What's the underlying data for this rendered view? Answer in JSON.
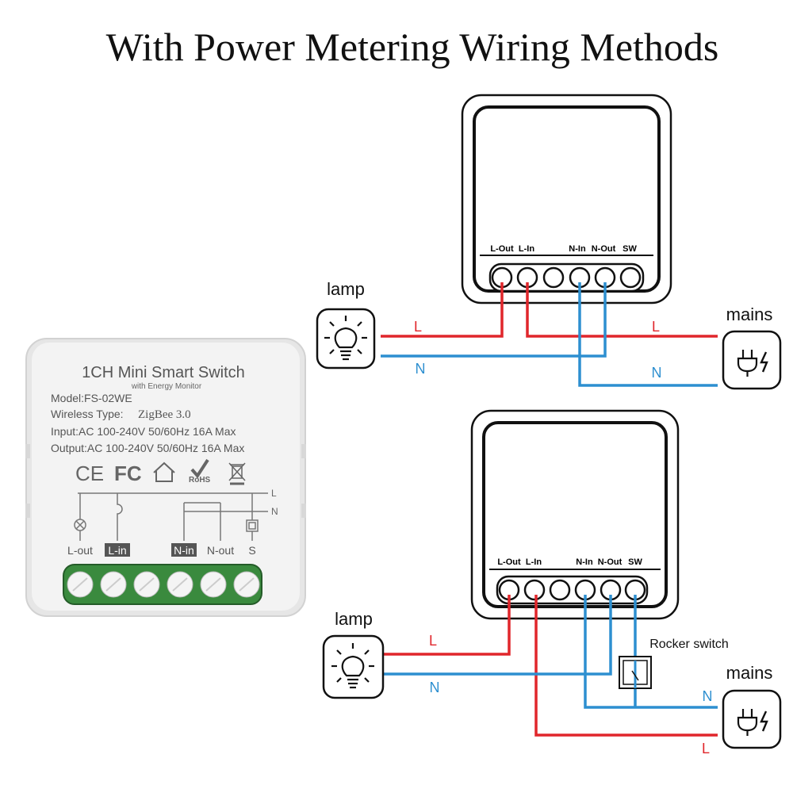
{
  "title": "With Power Metering Wiring Methods",
  "colors": {
    "live_wire": "#e0262b",
    "neutral_wire": "#2d8fd0",
    "outline": "#111111",
    "terminal_green": "#2f7a36",
    "device_body": "#f0f0f0"
  },
  "device": {
    "name": "1CH Mini Smart Switch",
    "subtitle": "with Energy Monitor",
    "model": "Model:FS-02WE",
    "wireless_prefix": "Wireless Type:",
    "wireless_value": "ZigBee 3.0",
    "input": "Input:AC 100-240V 50/60Hz 16A Max",
    "output": "Output:AC 100-240V 50/60Hz 16A Max",
    "cert_ce": "CE",
    "cert_fc": "FC",
    "cert_rohs": "RoHS",
    "schematic_line_l": "L",
    "schematic_line_n": "N",
    "terminals": [
      "L-out",
      "L-in",
      "N-in",
      "N-out",
      "S"
    ]
  },
  "module_terminal_labels": [
    "L-Out",
    "L-In",
    "N-In",
    "N-Out",
    "SW"
  ],
  "top_diagram": {
    "lamp_label": "lamp",
    "mains_label": "mains",
    "wire_left_l": "L",
    "wire_left_n": "N",
    "wire_right_l": "L",
    "wire_right_n": "N"
  },
  "bottom_diagram": {
    "lamp_label": "lamp",
    "mains_label": "mains",
    "rocker_label": "Rocker switch",
    "wire_left_l": "L",
    "wire_left_n": "N",
    "wire_right_n": "N",
    "wire_right_l": "L"
  },
  "icons": [
    "lamp-icon",
    "plug-icon",
    "ce-mark-icon",
    "fcc-mark-icon",
    "home-icon",
    "rohs-icon",
    "weee-bin-icon",
    "rocker-switch-icon"
  ]
}
